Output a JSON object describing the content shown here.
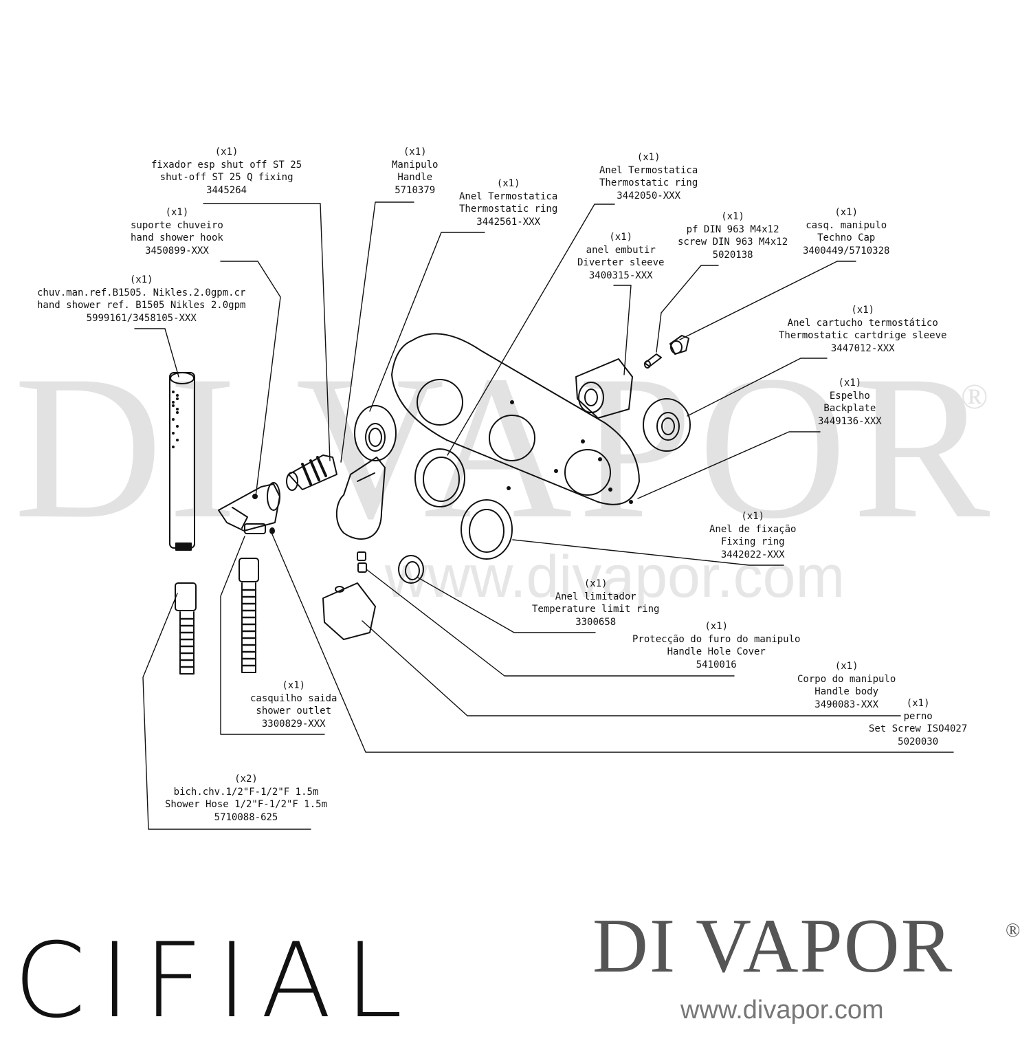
{
  "watermark": {
    "text": "DI VAPOR",
    "reg": "®",
    "url": "www.divapor.com"
  },
  "callouts": [
    {
      "id": "fixador",
      "lines": [
        "(x1)",
        "fixador esp shut off ST 25",
        "shut-off ST 25 Q fixing",
        "3445264"
      ]
    },
    {
      "id": "suporte",
      "lines": [
        "(x1)",
        "suporte chuveiro",
        "hand shower hook",
        "3450899-XXX"
      ]
    },
    {
      "id": "chuveiro",
      "lines": [
        "(x1)",
        "chuv.man.ref.B1505. Nikles.2.0gpm.cr",
        "hand shower ref. B1505 Nikles 2.0gpm",
        "5999161/3458105-XXX"
      ]
    },
    {
      "id": "manipulo",
      "lines": [
        "(x1)",
        "Manipulo",
        "Handle",
        "5710379"
      ]
    },
    {
      "id": "anel-termo-1",
      "lines": [
        "(x1)",
        "Anel Termostatica",
        "Thermostatic ring",
        "3442561-XXX"
      ]
    },
    {
      "id": "anel-termo-2",
      "lines": [
        "(x1)",
        "Anel Termostatica",
        "Thermostatic ring",
        "3442050-XXX"
      ]
    },
    {
      "id": "anel-embutir",
      "lines": [
        "(x1)",
        "anel embutir",
        "Diverter sleeve",
        "3400315-XXX"
      ]
    },
    {
      "id": "screw",
      "lines": [
        "(x1)",
        "pf DIN 963 M4x12",
        "screw DIN 963 M4x12",
        "5020138"
      ]
    },
    {
      "id": "techno-cap",
      "lines": [
        "(x1)",
        "casq. manipulo",
        "Techno Cap",
        "3400449/5710328"
      ]
    },
    {
      "id": "cartucho",
      "lines": [
        "(x1)",
        "Anel cartucho termostático",
        "Thermostatic cartdrige sleeve",
        "3447012-XXX"
      ]
    },
    {
      "id": "espelho",
      "lines": [
        "(x1)",
        "Espelho",
        "Backplate",
        "3449136-XXX"
      ]
    },
    {
      "id": "fixacao",
      "lines": [
        "(x1)",
        "Anel de fixação",
        "Fixing ring",
        "3442022-XXX"
      ]
    },
    {
      "id": "limitador",
      "lines": [
        "(x1)",
        "Anel limitador",
        "Temperature limit ring",
        "3300658"
      ]
    },
    {
      "id": "proteccao",
      "lines": [
        "(x1)",
        "Protecção do furo do manipulo",
        "Handle Hole Cover",
        "5410016"
      ]
    },
    {
      "id": "corpo",
      "lines": [
        "(x1)",
        "Corpo do manipulo",
        "Handle body",
        "3490083-XXX"
      ]
    },
    {
      "id": "perno",
      "lines": [
        "(x1)",
        "perno",
        "Set Screw ISO4027",
        "5020030"
      ]
    },
    {
      "id": "casquilho",
      "lines": [
        "(x1)",
        "casquilho saida",
        "shower outlet",
        "3300829-XXX"
      ]
    },
    {
      "id": "hose",
      "lines": [
        "(x2)",
        "bich.chv.1/2\"F-1/2\"F 1.5m",
        "Shower Hose 1/2\"F-1/2\"F 1.5m",
        "5710088-625"
      ]
    }
  ],
  "brand": {
    "cifial": "CIFIAL",
    "divapor": "DI VAPOR",
    "divapor_reg": "®",
    "divapor_url": "www.divapor.com"
  }
}
